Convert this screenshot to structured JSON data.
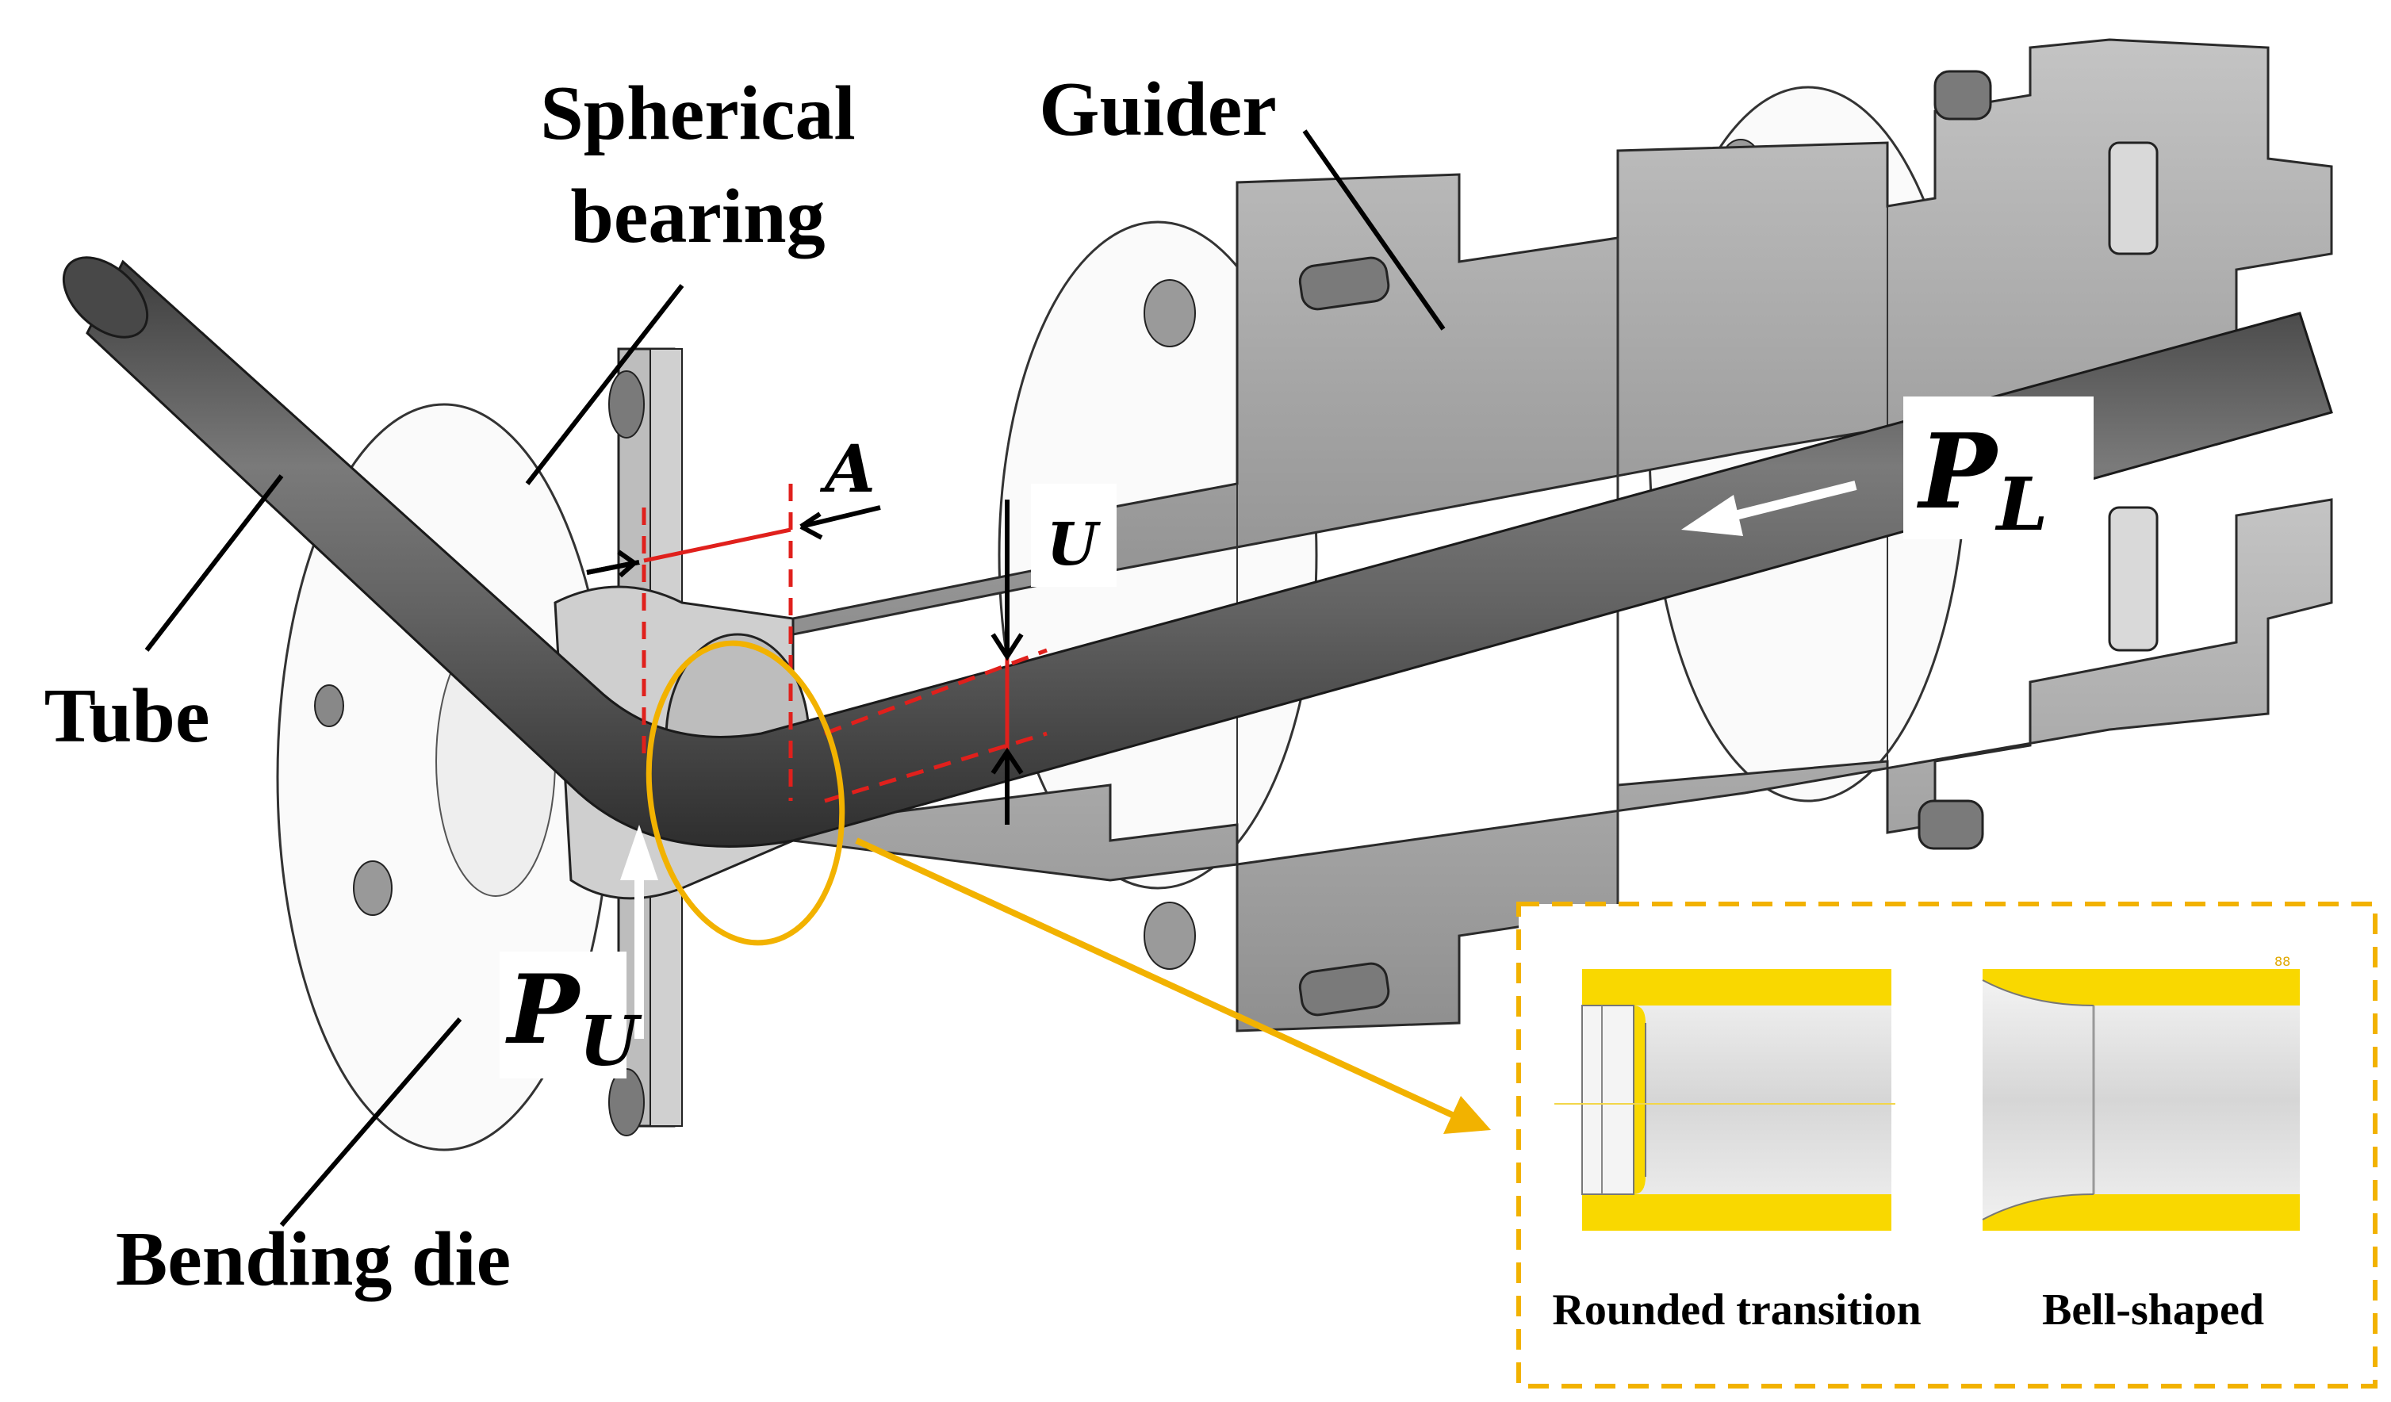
{
  "labels": {
    "spherical_bearing_line1": "Spherical",
    "spherical_bearing_line2": "bearing",
    "guider": "Guider",
    "tube": "Tube",
    "bending_die": "Bending die",
    "A": "A",
    "U": "U",
    "P_L_main": "P",
    "P_L_sub": "L",
    "P_U_main": "P",
    "P_U_sub": "U"
  },
  "inset": {
    "left_caption": "Rounded transition",
    "right_caption": "Bell-shaped",
    "corner_mark": "88"
  },
  "colors": {
    "accent_orange": "#f2b200",
    "inset_yellow": "#f9d800",
    "dimension_red": "#e0201c",
    "metal_gray": "#a9a9a9",
    "tube_dark": "#5a5a5a"
  }
}
